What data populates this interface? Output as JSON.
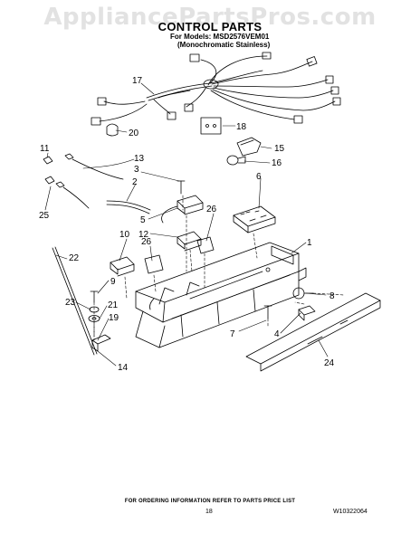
{
  "watermark": "AppliancePartsPros.com",
  "header": {
    "title": "CONTROL PARTS",
    "models": "For Models: MSD2576VEM01",
    "subtitle": "(Monochromatic Stainless)"
  },
  "callouts": [
    "1",
    "2",
    "3",
    "4",
    "5",
    "6",
    "7",
    "8",
    "9",
    "10",
    "11",
    "12",
    "13",
    "14",
    "15",
    "16",
    "17",
    "18",
    "19",
    "20",
    "21",
    "22",
    "23",
    "24",
    "25",
    "26",
    "26"
  ],
  "footer": {
    "note": "FOR ORDERING INFORMATION REFER TO PARTS PRICE LIST",
    "page": "18",
    "doc_number": "W10322064"
  }
}
